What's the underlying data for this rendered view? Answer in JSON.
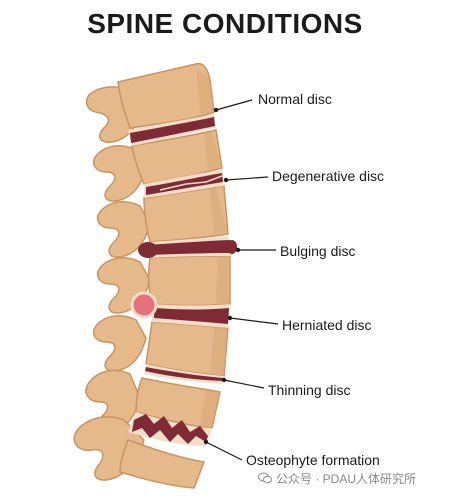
{
  "title": "SPINE CONDITIONS",
  "labels": {
    "normal": "Normal disc",
    "degenerative": "Degenerative disc",
    "bulging": "Bulging disc",
    "herniated": "Herniated disc",
    "thinning": "Thinning disc",
    "osteophyte": "Osteophyte formation"
  },
  "watermark": {
    "icon": "wechat-icon",
    "text": "公众号 · PDAU人体研究所"
  },
  "colors": {
    "bone": "#e6b98a",
    "bone_shadow": "#c99464",
    "bone_outline": "#b47b4c",
    "disc": "#7e2b36",
    "disc_light": "#f4ddc8",
    "herniation": "#e8707c",
    "text": "#1b1b1b"
  }
}
